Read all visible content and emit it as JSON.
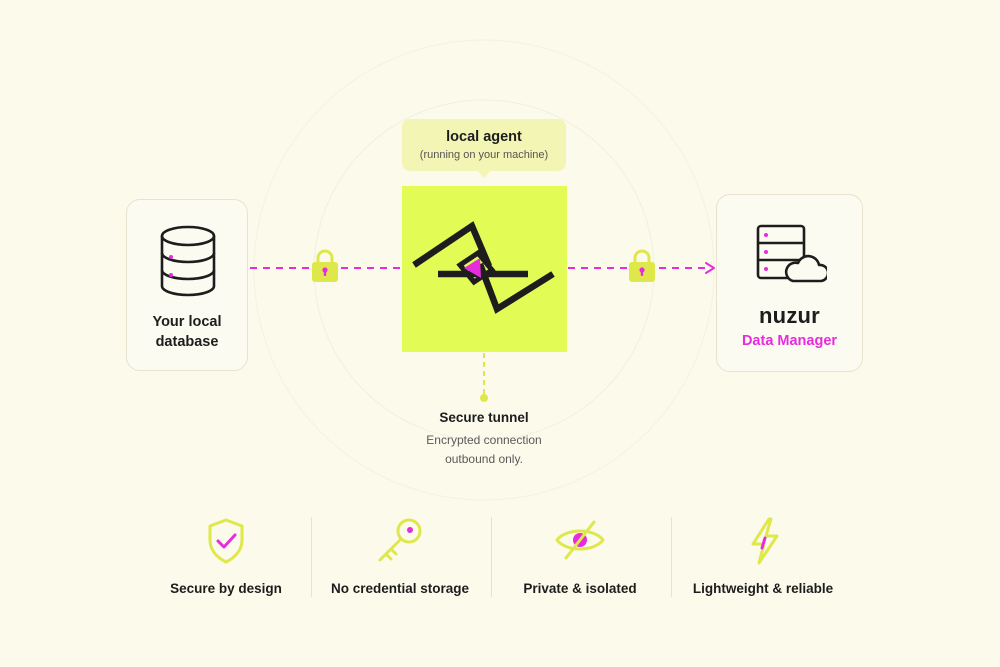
{
  "local_database": {
    "label_line1": "Your local",
    "label_line2": "database",
    "icon": "database-icon"
  },
  "agent": {
    "title": "local agent",
    "subtitle": "(running on your machine)",
    "icon": "agent-logo-icon"
  },
  "manager": {
    "brand": "nuzur",
    "subtitle": "Data Manager",
    "icon": "server-cloud-icon"
  },
  "tunnel": {
    "title": "Secure tunnel",
    "line1": "Encrypted connection",
    "line2": "outbound only."
  },
  "features": [
    {
      "label": "Secure by design",
      "icon": "shield-check-icon"
    },
    {
      "label": "No credential storage",
      "icon": "key-icon"
    },
    {
      "label": "Private & isolated",
      "icon": "eye-off-icon"
    },
    {
      "label": "Lightweight & reliable",
      "icon": "lightning-icon"
    }
  ],
  "colors": {
    "background": "#fbfaeb",
    "accent_magenta": "#e62cdc",
    "accent_lime": "#e3fc55",
    "lock_yellow": "#dfe84a",
    "dark": "#1d1d1d"
  }
}
